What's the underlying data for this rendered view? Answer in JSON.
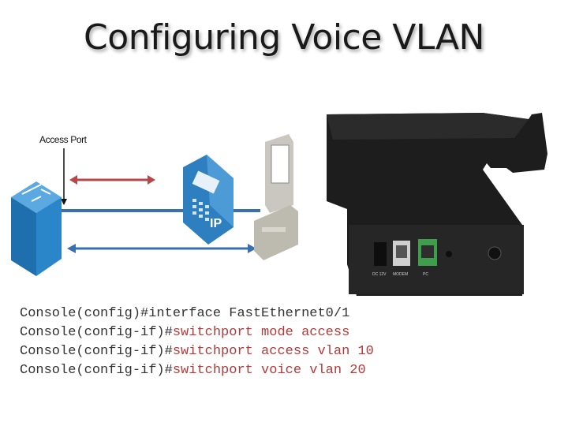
{
  "slide": {
    "title": "Configuring Voice VLAN",
    "access_port_label": "Access Port",
    "phone_label": "IP"
  },
  "phone_panel": {
    "port_labels": [
      "DC 12V",
      "MODEM",
      "PC"
    ]
  },
  "colors": {
    "red_arrow": "#b54848",
    "blue_link": "#3a6fb0",
    "switch_blue": "#2a86c9",
    "phone_blue": "#2e7fc0",
    "command_red": "#b23a3a"
  },
  "console": {
    "lines": [
      {
        "prompt": "Console(config)#",
        "cmd": "interface FastEthernet0/1",
        "cmd_color": "prompt"
      },
      {
        "prompt": "Console(config-if)#",
        "cmd": "switchport mode access",
        "cmd_color": "red"
      },
      {
        "prompt": "Console(config-if)#",
        "cmd": "switchport access vlan 10",
        "cmd_color": "red"
      },
      {
        "prompt": "Console(config-if)#",
        "cmd": "switchport voice vlan 20",
        "cmd_color": "red"
      }
    ]
  }
}
